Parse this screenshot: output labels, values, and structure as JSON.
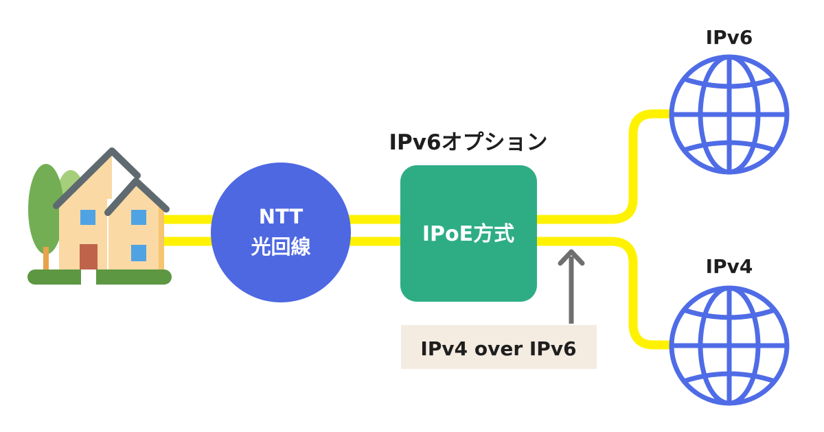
{
  "nodes": {
    "ntt": {
      "line1": "NTT",
      "line2": "光回線"
    },
    "ipoe": {
      "caption": "IPv6オプション",
      "label": "IPoE方式"
    },
    "tunnel": {
      "label": "IPv4 over IPv6"
    },
    "globe_v6": {
      "label": "IPv6"
    },
    "globe_v4": {
      "label": "IPv4"
    }
  },
  "icons": {
    "house": "house-icon",
    "globe": "globe-icon",
    "arrow": "up-arrow-icon"
  },
  "colors": {
    "line": "#FFF200",
    "ntt_circle": "#4E68E2",
    "ipoe_box": "#2EAD85",
    "tunnel_bg": "#F4EBE1",
    "globe": "#4F6CE6",
    "arrow": "#6F6F6F",
    "text_dark": "#1E1E1E",
    "text_light": "#FFFFFF"
  }
}
